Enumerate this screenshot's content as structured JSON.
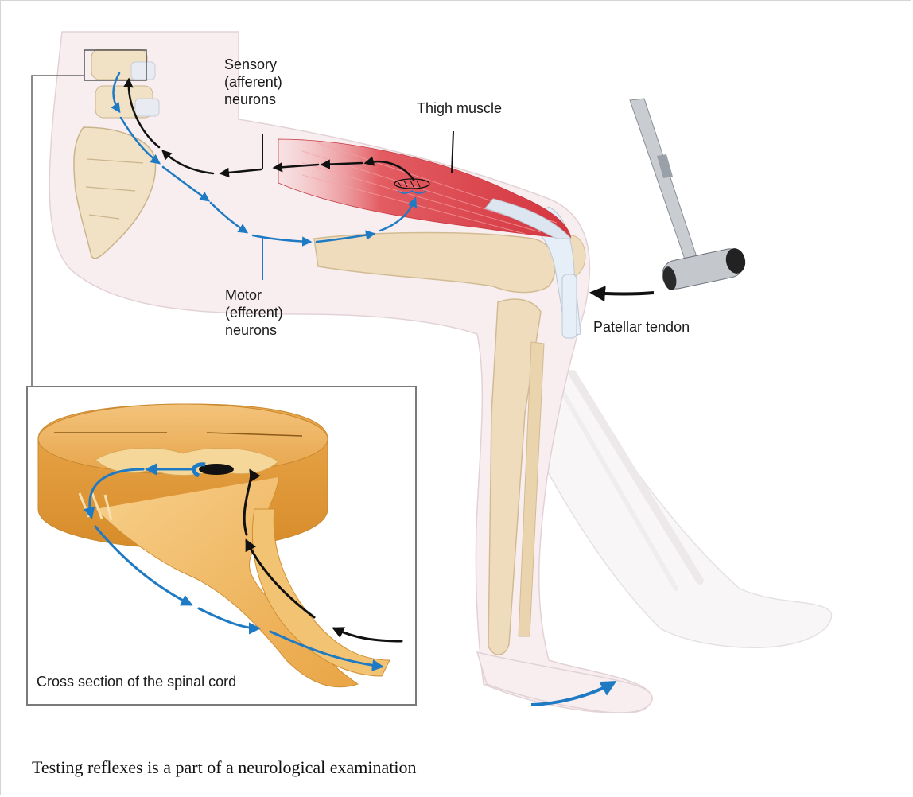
{
  "labels": {
    "sensory_line1": "Sensory",
    "sensory_line2": "(afferent)",
    "sensory_line3": "neurons",
    "thigh_muscle": "Thigh muscle",
    "motor_line1": "Motor",
    "motor_line2": "(efferent)",
    "motor_line3": "neurons",
    "patellar_tendon": "Patellar tendon",
    "inset_title": "Cross section of the spinal cord"
  },
  "caption": "Testing reflexes is a part of a neurological examination",
  "colors": {
    "sensory_pathway": "#111111",
    "motor_pathway": "#1f7ac4",
    "muscle": "#e0474f",
    "bone": "#efdcbc",
    "skin": "#f8eef0",
    "spinal_cord": "#e9a545",
    "grey_matter": "#f6d79a",
    "border": "#7a7a7a"
  }
}
